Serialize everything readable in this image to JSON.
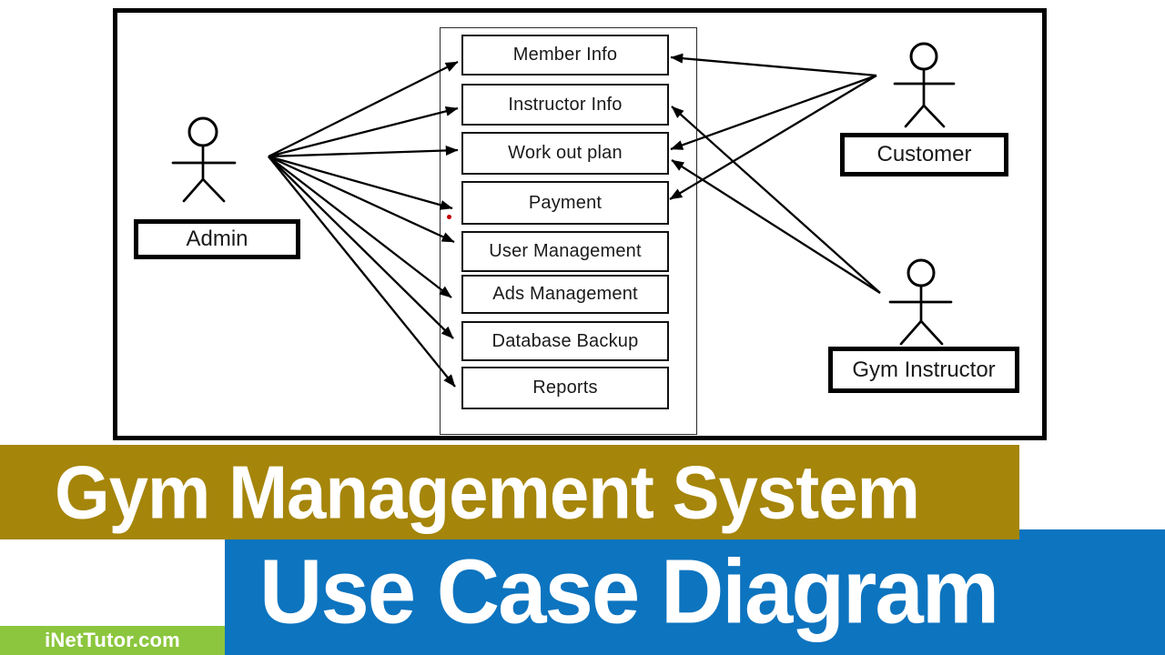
{
  "diagram": {
    "title_hint": "Use case diagram of a Gym Management System",
    "actors": [
      {
        "name": "Admin"
      },
      {
        "name": "Customer"
      },
      {
        "name": "Gym Instructor"
      }
    ],
    "use_cases": [
      "Member Info",
      "Instructor Info",
      "Work out plan",
      "Payment",
      "User Management",
      "Ads Management",
      "Database Backup",
      "Reports"
    ],
    "connections": [
      {
        "from": "Admin",
        "to": "Member Info"
      },
      {
        "from": "Admin",
        "to": "Instructor Info"
      },
      {
        "from": "Admin",
        "to": "Work out plan"
      },
      {
        "from": "Admin",
        "to": "Payment"
      },
      {
        "from": "Admin",
        "to": "User Management"
      },
      {
        "from": "Admin",
        "to": "Ads Management"
      },
      {
        "from": "Admin",
        "to": "Database Backup"
      },
      {
        "from": "Admin",
        "to": "Reports"
      },
      {
        "from": "Customer",
        "to": "Member Info"
      },
      {
        "from": "Customer",
        "to": "Work out plan"
      },
      {
        "from": "Customer",
        "to": "Payment"
      },
      {
        "from": "Gym Instructor",
        "to": "Instructor Info"
      },
      {
        "from": "Gym Instructor",
        "to": "Work out plan"
      }
    ]
  },
  "banners": {
    "title": "Gym Management System",
    "subtitle": "Use Case Diagram",
    "brand": "iNetTutor.com"
  },
  "colors": {
    "banner_gold": "#a5850a",
    "banner_blue": "#0d74bf",
    "brand_green": "#8cc63e",
    "diagram_ink": "#000000",
    "background": "#ffffff",
    "dot_red": "#c00000"
  }
}
